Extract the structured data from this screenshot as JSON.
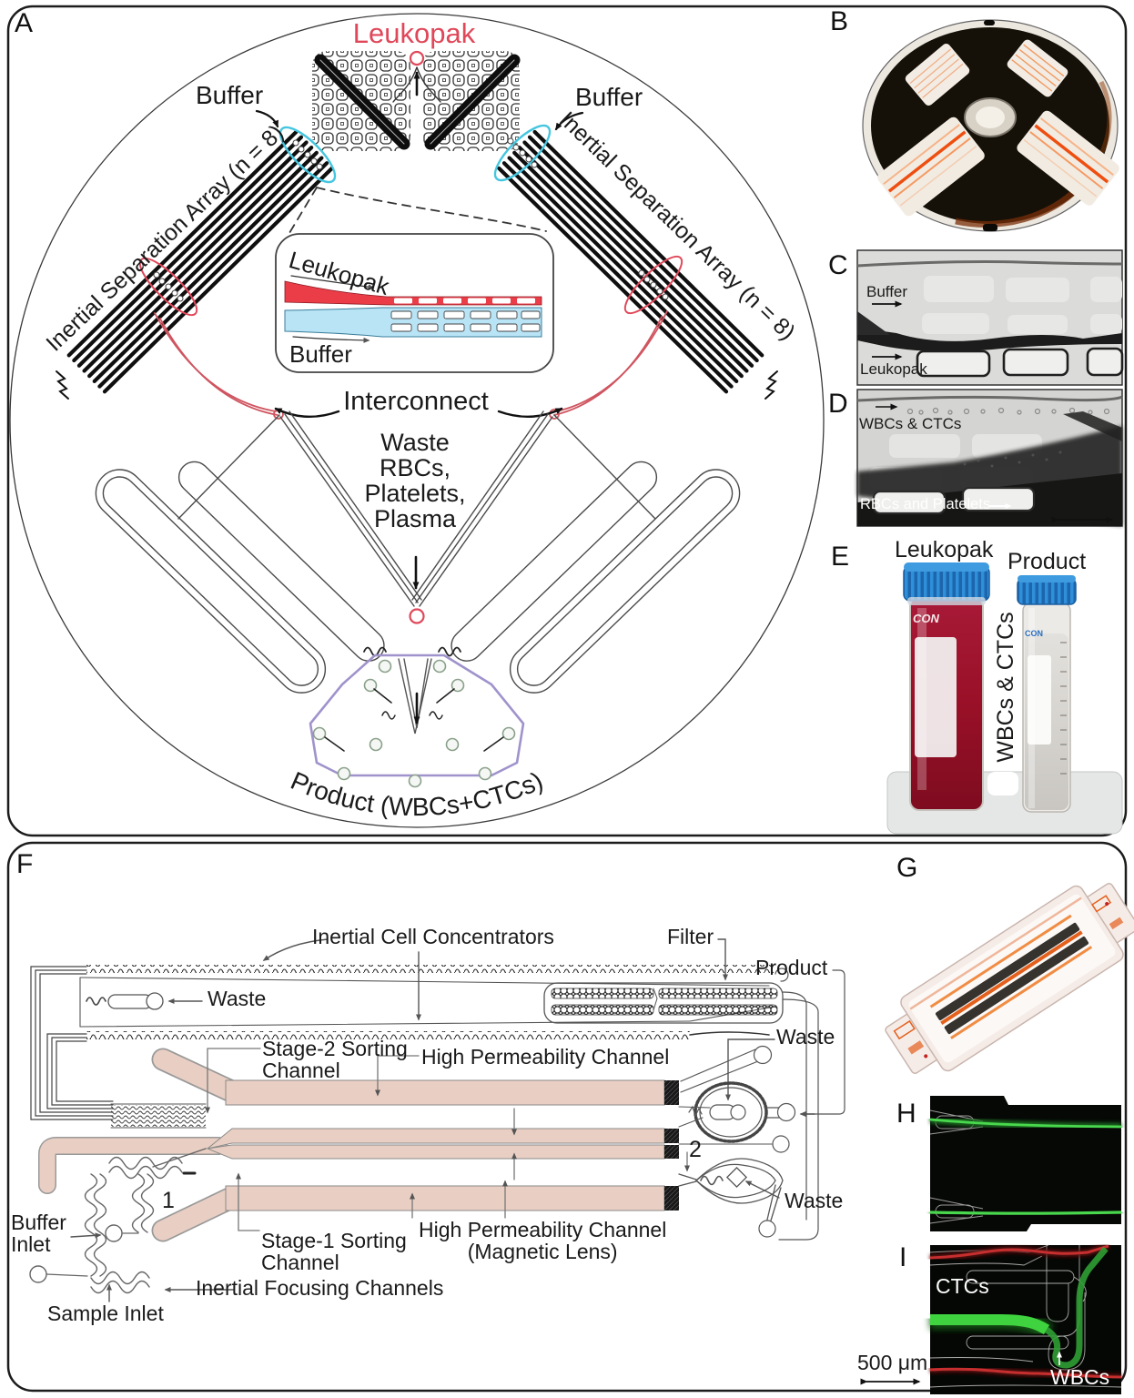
{
  "panel_a": {
    "letter": "A",
    "leukopak": "Leukopak",
    "buffer_left": "Buffer",
    "buffer_right": "Buffer",
    "array_label_left": "Inertial Separation Array (n = 8)",
    "array_label_right": "Inertial Separation Array (n = 8)",
    "inset_leukopak": "Leukopak",
    "inset_buffer": "Buffer",
    "interconnect": "Interconnect",
    "waste_line1": "Waste",
    "waste_line2": "RBCs,",
    "waste_line3": "Platelets,",
    "waste_line4": "Plasma",
    "product_arc": "Product (WBCs+CTCs)"
  },
  "panel_b": {
    "letter": "B"
  },
  "panel_c": {
    "letter": "C",
    "label_top": "Buffer",
    "label_bottom": "Leukopak"
  },
  "panel_d": {
    "letter": "D",
    "label_top": "WBCs & CTCs",
    "label_bottom": "RBCs and Platelets"
  },
  "panel_e": {
    "letter": "E",
    "left_title": "Leukopak",
    "right_title": "Product",
    "rotated_label": "WBCs & CTCs",
    "left_brand": "CON",
    "right_brand": "CON"
  },
  "panel_f": {
    "letter": "F",
    "concentrators": "Inertial Cell Concentrators",
    "waste_top": "Waste",
    "filter": "Filter",
    "product": "Product",
    "waste_mid": "Waste",
    "waste_bottom": "Waste",
    "stage2_l1": "Stage-2 Sorting",
    "stage2_l2": "Channel",
    "hpc_top": "High Permeability Channel",
    "stage1_l1": "Stage-1 Sorting",
    "stage1_l2": "Channel",
    "hpc_bottom_l1": "High Permeability Channel",
    "hpc_bottom_l2": "(Magnetic Lens)",
    "buffer_inlet_l1": "Buffer",
    "buffer_inlet_l2": "Inlet",
    "sample_inlet": "Sample Inlet",
    "focusing": "Inertial Focusing Channels",
    "num1": "1",
    "num2": "2"
  },
  "panel_g": {
    "letter": "G"
  },
  "panel_h": {
    "letter": "H"
  },
  "panel_i": {
    "letter": "I",
    "ctcs": "CTCs",
    "wbcs": "WBCs",
    "scale_bar": "500 μm"
  },
  "colors": {
    "leukopak_red": "#e0485a",
    "inset_red": "#ea3d48",
    "inset_blue": "#b8e4f6",
    "cyan_accent": "#45c6e0",
    "purple_accent": "#a093cc",
    "chip_pink": "#e9cfc3",
    "orange_channel": "#ee5a12",
    "fluorescent_green": "#3fd43f",
    "fluorescent_red": "#c62f2f",
    "blood_red": "#9c1430",
    "cap_blue": "#2e8fd8"
  }
}
